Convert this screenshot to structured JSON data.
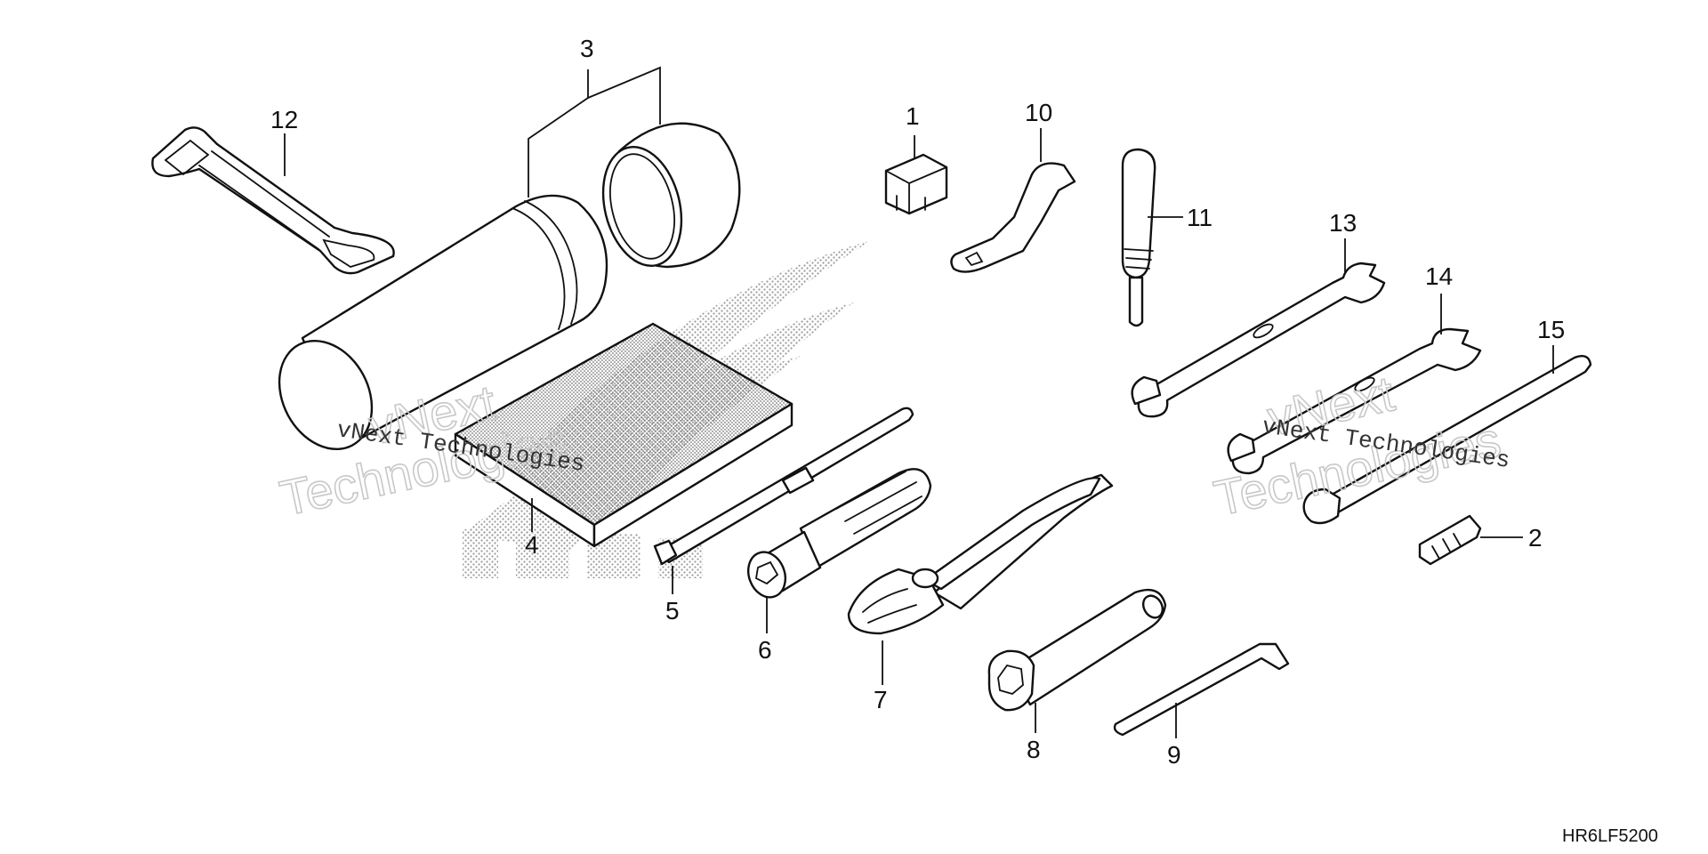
{
  "diagram": {
    "drawing_code": "HR6LF5200",
    "watermark": {
      "text": "vNext Technologies",
      "outline_line1": "vNext",
      "outline_line2": "Technologies"
    },
    "callouts": [
      {
        "id": "c1",
        "label": "1"
      },
      {
        "id": "c2",
        "label": "2"
      },
      {
        "id": "c3",
        "label": "3"
      },
      {
        "id": "c4",
        "label": "4"
      },
      {
        "id": "c5",
        "label": "5"
      },
      {
        "id": "c6",
        "label": "6"
      },
      {
        "id": "c7",
        "label": "7"
      },
      {
        "id": "c8",
        "label": "8"
      },
      {
        "id": "c9",
        "label": "9"
      },
      {
        "id": "c10",
        "label": "10"
      },
      {
        "id": "c11",
        "label": "11"
      },
      {
        "id": "c12",
        "label": "12"
      },
      {
        "id": "c13",
        "label": "13"
      },
      {
        "id": "c14",
        "label": "14"
      },
      {
        "id": "c15",
        "label": "15"
      }
    ]
  }
}
